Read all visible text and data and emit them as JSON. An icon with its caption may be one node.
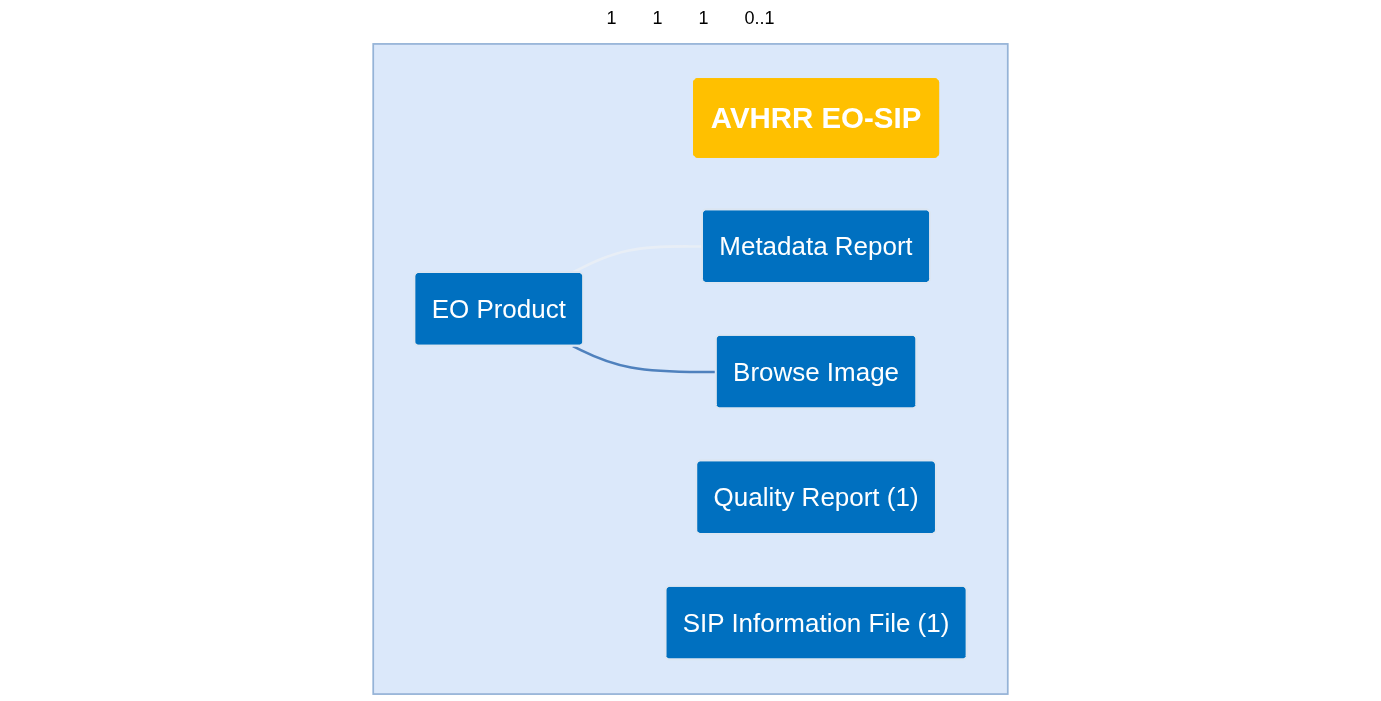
{
  "diagram": {
    "nodes": [
      {
        "text": [],
        "shape": "box"
      },
      {
        "text": [
          "AVHRR EO-SIP"
        ],
        "in": 0
      },
      {
        "text": [
          "EO Product"
        ],
        "in": 0
      },
      {
        "text": [
          "Metadata Report"
        ],
        "in": 0
      },
      {
        "text": [
          "Browse Image"
        ],
        "in": 0
      },
      {
        "text": [
          "Quality Report (1)"
        ],
        "in": 0
      },
      {
        "text": [
          "SIP Information File (1)"
        ],
        "in": 0
      }
    ],
    "edges": [
      {
        "from": 2,
        "to": 3,
        "arrow": "none",
        "color": "#e8eef6"
      },
      {
        "from": 2,
        "to": 4,
        "arrow": "none",
        "color": "#4f81bd"
      }
    ],
    "labels": [
      "1",
      "1",
      "1",
      "0..1"
    ]
  }
}
